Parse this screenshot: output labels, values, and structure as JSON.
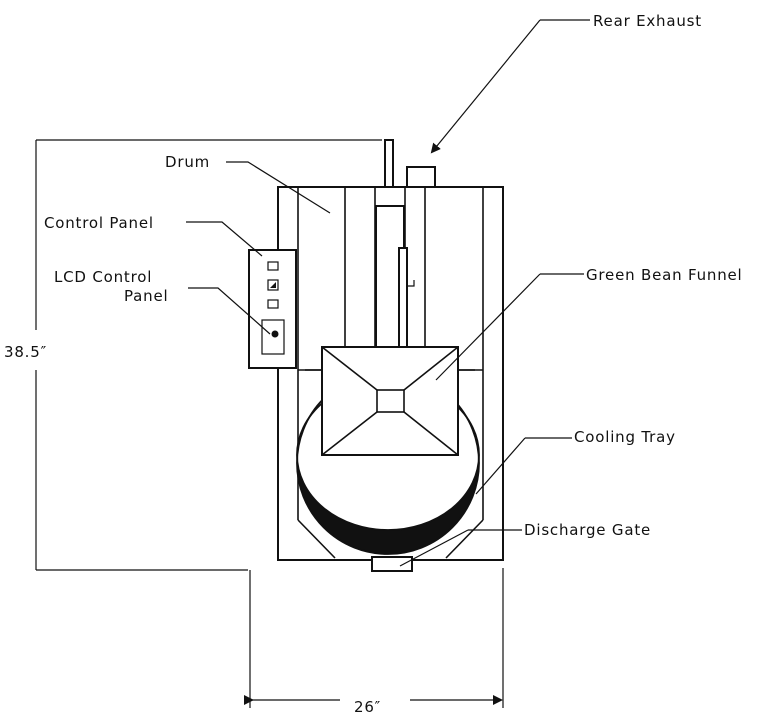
{
  "labels": {
    "rear_exhaust": "Rear Exhaust",
    "drum": "Drum",
    "control_panel": "Control Panel",
    "lcd_control_panel_line1": "LCD Control",
    "lcd_control_panel_line2": "Panel",
    "green_bean_funnel": "Green Bean Funnel",
    "cooling_tray": "Cooling Tray",
    "discharge_gate": "Discharge Gate"
  },
  "dimensions": {
    "height": "38.5″",
    "width": "26″"
  }
}
